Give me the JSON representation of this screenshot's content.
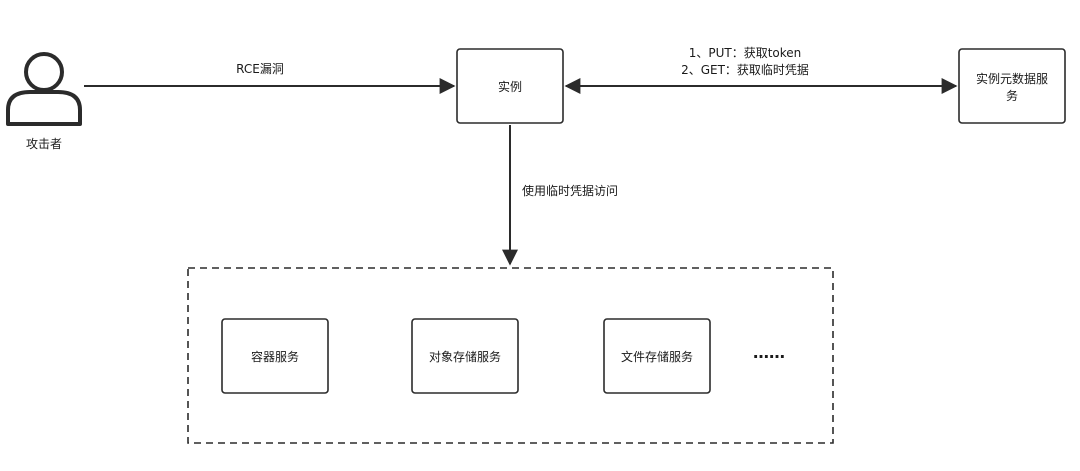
{
  "actor": {
    "icon": "user-icon",
    "label": "攻击者"
  },
  "nodes": {
    "instance": "实例",
    "metadata_service": [
      "实例元数据服",
      "务"
    ],
    "container_service": "容器服务",
    "object_storage_service": "对象存储服务",
    "file_storage_service": "文件存储服务",
    "more": "……"
  },
  "edges": {
    "attacker_to_instance": "RCE漏洞",
    "instance_metadata_line1": "1、PUT：获取token",
    "instance_metadata_line2": "2、GET：获取临时凭据",
    "instance_to_services": "使用临时凭据访问"
  },
  "colors": {
    "stroke": "#2b2b2b",
    "text": "#1a1a1a",
    "background": "#ffffff"
  }
}
